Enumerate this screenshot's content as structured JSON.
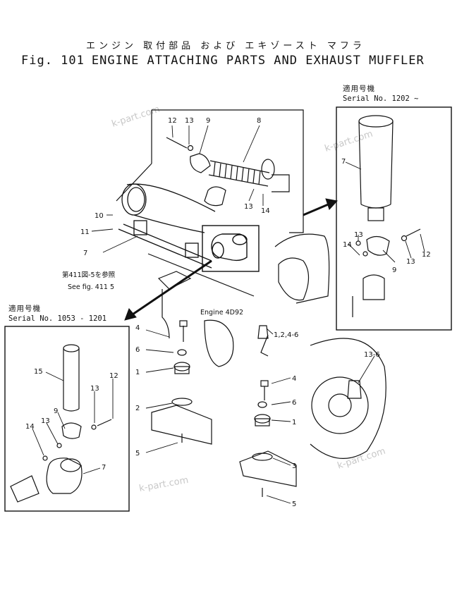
{
  "title": {
    "japanese": "エンジン 取付部品 および エキゾースト マフラ",
    "fig_label": "Fig. 101",
    "english": "ENGINE ATTACHING PARTS AND EXHAUST MUFFLER"
  },
  "serial_right": {
    "jp_label": "適用号機",
    "serial": "Serial No. 1202 ~"
  },
  "serial_left": {
    "jp_label": "適用号機",
    "serial": "Serial No. 1053 - 1201"
  },
  "annotations": {
    "see_ref_jp": "第411図-5を参照",
    "see_ref_en": "See fig. 411 5",
    "engine_label": "Engine 4D92"
  },
  "callouts": {
    "top_inset": [
      "12",
      "13",
      "9",
      "8",
      "13",
      "14"
    ],
    "main": [
      "10",
      "11",
      "7",
      "4",
      "6",
      "1",
      "2",
      "5",
      "1,2,4-6",
      "4",
      "6",
      "1",
      "3",
      "5",
      "13-6"
    ],
    "right_inset": [
      "7",
      "13",
      "14",
      "9",
      "13",
      "12"
    ],
    "left_inset": [
      "15",
      "12",
      "13",
      "9",
      "13",
      "14",
      "7"
    ]
  },
  "watermark": "k-part.com"
}
